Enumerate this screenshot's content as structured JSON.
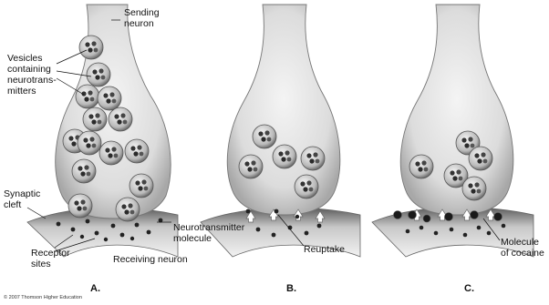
{
  "labels": {
    "sending_neuron": "Sending\nneuron",
    "vesicles": "Vesicles\ncontaining\nneurotrans-\nmitters",
    "synaptic_cleft": "Synaptic\ncleft",
    "neurotransmitter_molecule": "Neurotransmitter\nmolecule",
    "receptor_sites": "Receptor\nsites",
    "receiving_neuron": "Receiving neuron",
    "reuptake": "Reuptake",
    "molecule_of_cocaine": "Molecule\nof cocaine"
  },
  "panels": [
    {
      "letter": "A."
    },
    {
      "letter": "B."
    },
    {
      "letter": "C."
    }
  ],
  "copyright": "© 2007 Thomson Higher Education"
}
